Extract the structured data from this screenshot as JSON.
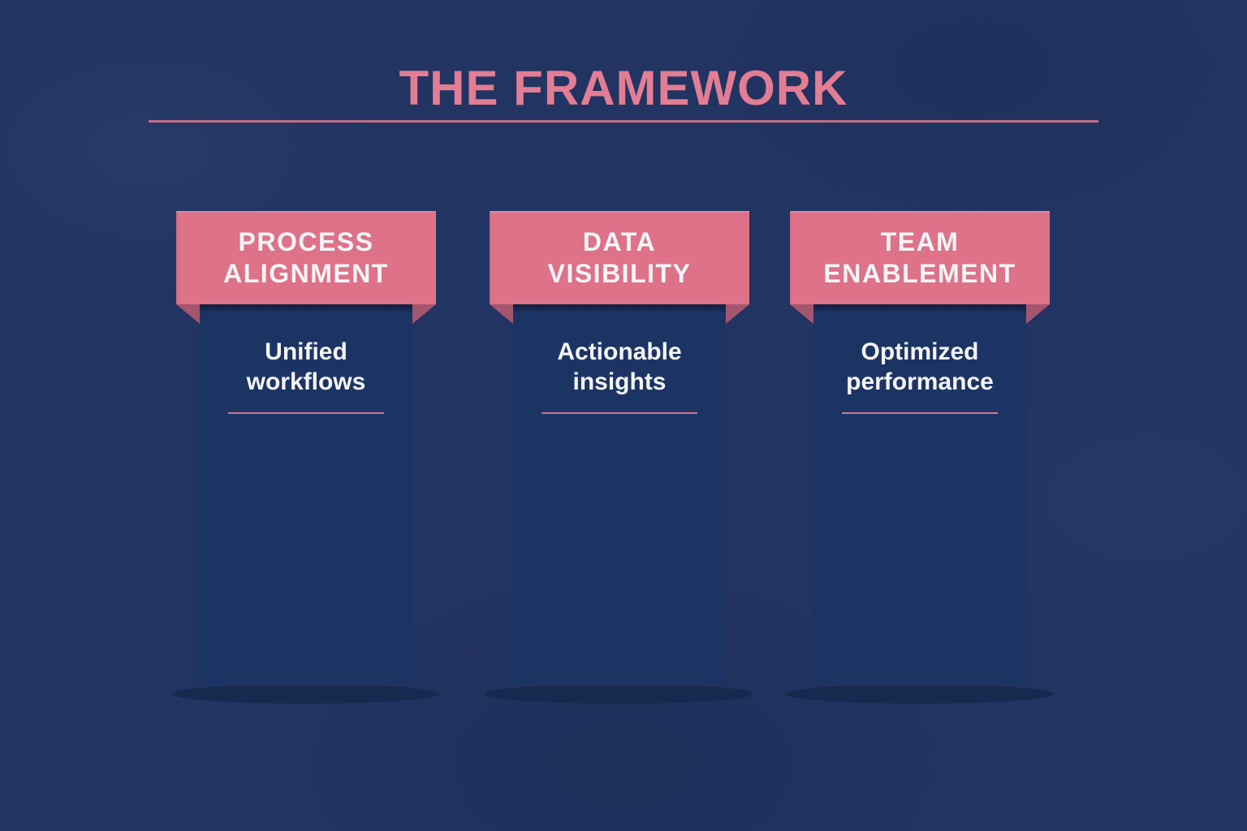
{
  "slide": {
    "title": "THE FRAMEWORK"
  },
  "cards": [
    {
      "header": "PROCESS\nALIGNMENT",
      "subtitle": "Unified\nworkflows"
    },
    {
      "header": "DATA\nVISIBILITY",
      "subtitle": "Actionable\ninsights"
    },
    {
      "header": "TEAM\nENABLEMENT",
      "subtitle": "Optimized\nperformance"
    }
  ],
  "colors": {
    "background": "#223462",
    "banner_pink": "#dd7289",
    "fold_pink": "#a4566f",
    "title_pink": "#e27d93",
    "column_navy": "#1c3464",
    "shadow_navy": "#16294e",
    "divider_pink": "#cd7790",
    "text_white": "#f5f5f7"
  }
}
